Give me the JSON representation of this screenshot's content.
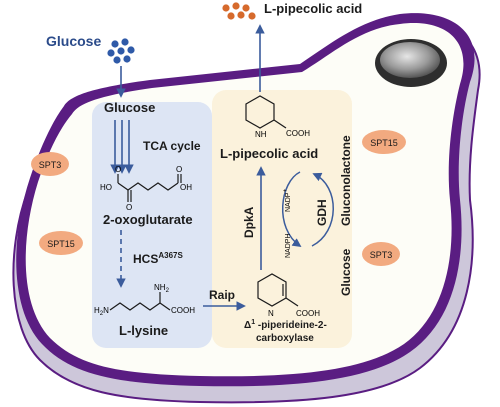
{
  "labels": {
    "glucose_outside": "Glucose",
    "l_pipecolic_outside": "L-pipecolic acid",
    "glucose_inside": "Glucose",
    "tca_cycle": "TCA cycle",
    "two_oxoglutarate": "2-oxoglutarate",
    "hcs": "HCS",
    "hcs_mutation": "A367S",
    "l_lysine": "L-lysine",
    "raip": "Raip",
    "l_pipecolic_inside": "L-pipecolic acid",
    "piperideine_prefix": "Δ",
    "piperideine_sup": "1",
    "piperideine": " -piperideine-2-",
    "carboxylase": "carboxylase",
    "dpka": "DpkA",
    "gdh": "GDH",
    "nadp_plus": "NADP",
    "nadp_plus_sup": "+",
    "nadph": "NADPH",
    "gluconolactone": "Gluconolactone",
    "glucose_gdh": "Glucose"
  },
  "chem": {
    "cooh": "COOH",
    "oh": "OH",
    "o": "O",
    "ho": "HO",
    "nh": "NH",
    "n": "N",
    "h2n": "H",
    "nh2": "NH"
  },
  "badges": {
    "spt3_left": "SPT3",
    "spt15_left": "SPT15",
    "spt15_right": "SPT15",
    "spt3_right": "SPT3"
  },
  "colors": {
    "cell_wall": "#5a1d82",
    "cytoplasm": "#fdfdf7",
    "left_panel": "#dde5f4",
    "right_panel": "#fbf2dc",
    "badge": "#f2aa80",
    "glucose_dots": "#2f5aa8",
    "pipecolic_dots": "#d66a2c",
    "arrow_blue": "#3b5c9c"
  }
}
